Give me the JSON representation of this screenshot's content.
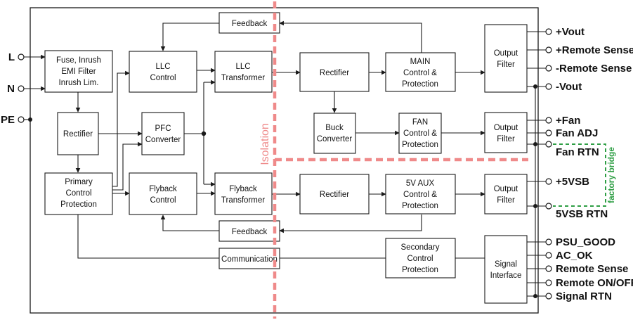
{
  "blocks": {
    "fuse": [
      "Fuse, Inrush",
      "EMI Filter",
      "Inrush Lim."
    ],
    "rectifier_primary": [
      "Rectifier"
    ],
    "primary_control": [
      "Primary",
      "Control",
      "Protection"
    ],
    "llc_control": [
      "LLC",
      "Control"
    ],
    "pfc": [
      "PFC",
      "Converter"
    ],
    "flyback_control": [
      "Flyback",
      "Control"
    ],
    "feedback_top": [
      "Feedback"
    ],
    "llc_transformer": [
      "LLC",
      "Transformer"
    ],
    "flyback_transformer": [
      "Flyback",
      "Transformer"
    ],
    "feedback_bottom": [
      "Feedback"
    ],
    "communication": [
      "Communication"
    ],
    "rectifier_main": [
      "Rectifier"
    ],
    "main_control": [
      "MAIN",
      "Control &",
      "Protection"
    ],
    "buck": [
      "Buck",
      "Converter"
    ],
    "fan_control": [
      "FAN",
      "Control &",
      "Protection"
    ],
    "rectifier_aux": [
      "Rectifier"
    ],
    "aux_control": [
      "5V AUX",
      "Control &",
      "Protection"
    ],
    "secondary_control": [
      "Secondary",
      "Control",
      "Protection"
    ],
    "output_filter_main": [
      "Output",
      "Filter"
    ],
    "output_filter_fan": [
      "Output",
      "Filter"
    ],
    "output_filter_aux": [
      "Output",
      "Filter"
    ],
    "signal_interface": [
      "Signal",
      "Interface"
    ]
  },
  "inputs": {
    "l": "L",
    "n": "N",
    "pe": "PE"
  },
  "outputs": {
    "vout_pos": "+Vout",
    "remote_sense_pos": "+Remote Sense",
    "remote_sense_neg": "-Remote Sense",
    "vout_neg": "-Vout",
    "fan_pos": "+Fan",
    "fan_adj": "Fan ADJ",
    "fan_rtn": "Fan RTN",
    "vsb": "+5VSB",
    "vsb_rtn": "5VSB RTN",
    "psu_good": "PSU_GOOD",
    "ac_ok": "AC_OK",
    "remote_sense": "Remote Sense",
    "remote_on_off": "Remote ON/OFF",
    "signal_rtn": "Signal RTN"
  },
  "isolation_label": "Isolation",
  "factory_bridge_label": "factory bridge",
  "colors": {
    "isolation": "#ef8a8a",
    "factory_bridge": "#2e9e44",
    "line": "#1a1a1a"
  }
}
